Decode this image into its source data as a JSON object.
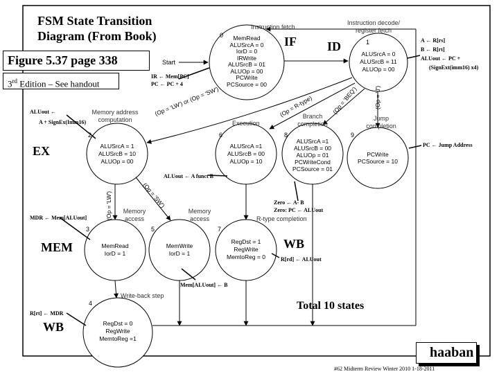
{
  "title": {
    "line1": "FSM State Transition",
    "line2": "Diagram (From Book)"
  },
  "figure_ref": "Figure 5.37 page 338",
  "edition": {
    "num": "3",
    "sup": "rd",
    "rest": " Edition – See handout"
  },
  "states": [
    {
      "num": "0",
      "lines": [
        "MemRead",
        "ALUSrcA = 0",
        "IorD = 0",
        "IRWrite",
        "ALUSrcB = 01",
        "ALUOp = 00",
        "PCWrite",
        "PCSource = 00"
      ]
    },
    {
      "num": "1",
      "lines": [
        "ALUSrcA = 0",
        "ALUSrcB = 11",
        "ALUOp = 00"
      ]
    },
    {
      "num": "2",
      "lines": [
        "ALUSrcA = 1",
        "ALUSrcB = 10",
        "ALUOp = 00"
      ]
    },
    {
      "num": "6",
      "lines": [
        "ALUSrcA =1",
        "ALUSrcB = 00",
        "ALUOp = 10"
      ]
    },
    {
      "num": "8",
      "lines": [
        "ALUSrcA =1",
        "ALUSrcB = 00",
        "ALUOp = 01",
        "PCWriteCond",
        "PCSource = 01"
      ]
    },
    {
      "num": "9",
      "lines": [
        "PCWrite",
        "PCSource = 10"
      ]
    },
    {
      "num": "3",
      "lines": [
        "MemRead",
        "IorD = 1"
      ]
    },
    {
      "num": "5",
      "lines": [
        "MemWrite",
        "IorD = 1"
      ]
    },
    {
      "num": "7",
      "lines": [
        "RegDst = 1",
        "RegWrite",
        "MemtoReg = 0"
      ]
    },
    {
      "num": "4",
      "lines": [
        "RegDst = 0",
        "RegWrite",
        "MemtoReg =1"
      ]
    }
  ],
  "phase_labels": {
    "instr_fetch": "Instruction fetch",
    "instr_decode": "Instruction decode/ register fetch",
    "mem_addr": "Memory address computation",
    "execution": "Execution",
    "branch": "Branch completion",
    "jump": "Jump completion",
    "mem_access_1": "Memory access",
    "mem_access_2": "Memory access",
    "rtype": "R-type completion",
    "writeback": "Write-back step"
  },
  "start_label": "Start",
  "conditions": {
    "lw_sw": "(Op = 'LW') or (Op = 'SW')",
    "rtype": "(Op = R-type)",
    "beq": "(Op = 'BEQ')",
    "jump": "(Op = 'J')",
    "lw": "(Op = 'LW')",
    "sw": "(Op = 'SW')"
  },
  "stage_labels": {
    "if": "IF",
    "id": "ID",
    "ex": "EX",
    "mem": "MEM",
    "wb1": "WB",
    "wb2": "WB"
  },
  "rtl": {
    "if1": "IR ← Mem[PC]",
    "if2": "PC ← PC + 4",
    "id1": "A ← R[rs]",
    "id2": "B ← R[rt]",
    "id3": "ALUout ← PC +",
    "id4": "(SignExt(imm16) x4)",
    "ex1": "ALUout ←",
    "ex2": "A + SignEx(Imm16)",
    "jump": "PC ← Jump Address",
    "rtype_ex": "ALUout ← A funct B",
    "branch1": "Zero ← A- B",
    "branch2": "Zero: PC ← ALUout",
    "lw_mem": "MDR ← Mem[ALUout]",
    "rtype_wb": "R[rd] ← ALUout",
    "sw_mem": "Mem[ALUout] ← B",
    "lw_wb": "R[rt] ← MDR"
  },
  "total": "Total 10 states",
  "author_fragment": "haaban",
  "footer": "#62   Midterm Review   Winter 2010  1-18-2011"
}
